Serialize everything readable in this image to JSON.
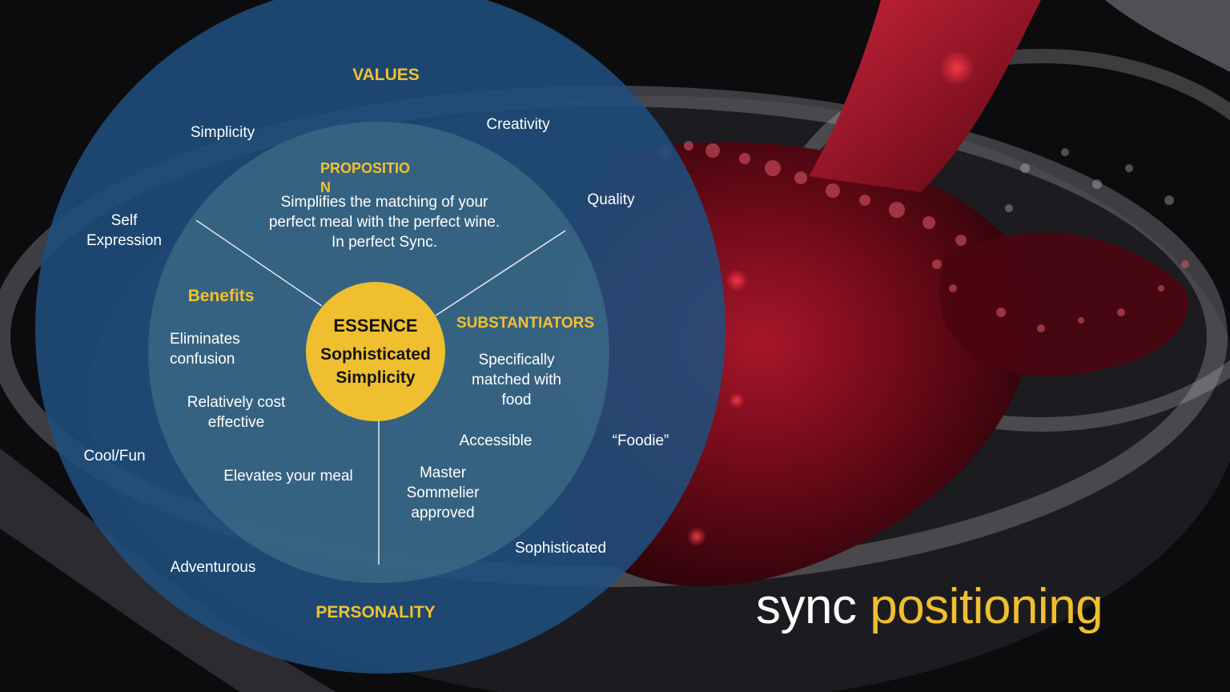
{
  "title": {
    "word1": "sync",
    "word2": "positioning"
  },
  "outer_ring": {
    "values_header": "VALUES",
    "personality_header": "PERSONALITY",
    "items": {
      "simplicity": "Simplicity",
      "creativity": "Creativity",
      "quality": "Quality",
      "self_expression": "Self\nExpression",
      "cool_fun": "Cool/Fun",
      "foodie": "“Foodie”",
      "adventurous": "Adventurous",
      "sophisticated": "Sophisticated"
    }
  },
  "inner_ring": {
    "proposition_header": "PROPOSITIO\nN",
    "proposition_text": "Simplifies the matching  of your\nperfect meal with the perfect wine.\nIn perfect Sync.",
    "benefits_header": "Benefits",
    "benefits": {
      "b1": "Eliminates\nconfusion",
      "b2": "Relatively cost\neffective",
      "b3": "Elevates your meal"
    },
    "substantiators_header": "SUBSTANTIATORS",
    "substantiators": {
      "s1": "Specifically\nmatched  with\nfood",
      "s2": "Accessible",
      "s3": "Master\nSommelier\napproved"
    }
  },
  "essence": {
    "header": "ESSENCE",
    "text": "Sophisticated Simplicity"
  },
  "colors": {
    "outer_circle": "#1f4e7d",
    "inner_circle": "#3a6784",
    "essence": "#efbf2f",
    "accent_text": "#f2c12e",
    "wine": "#7d0b1b"
  }
}
